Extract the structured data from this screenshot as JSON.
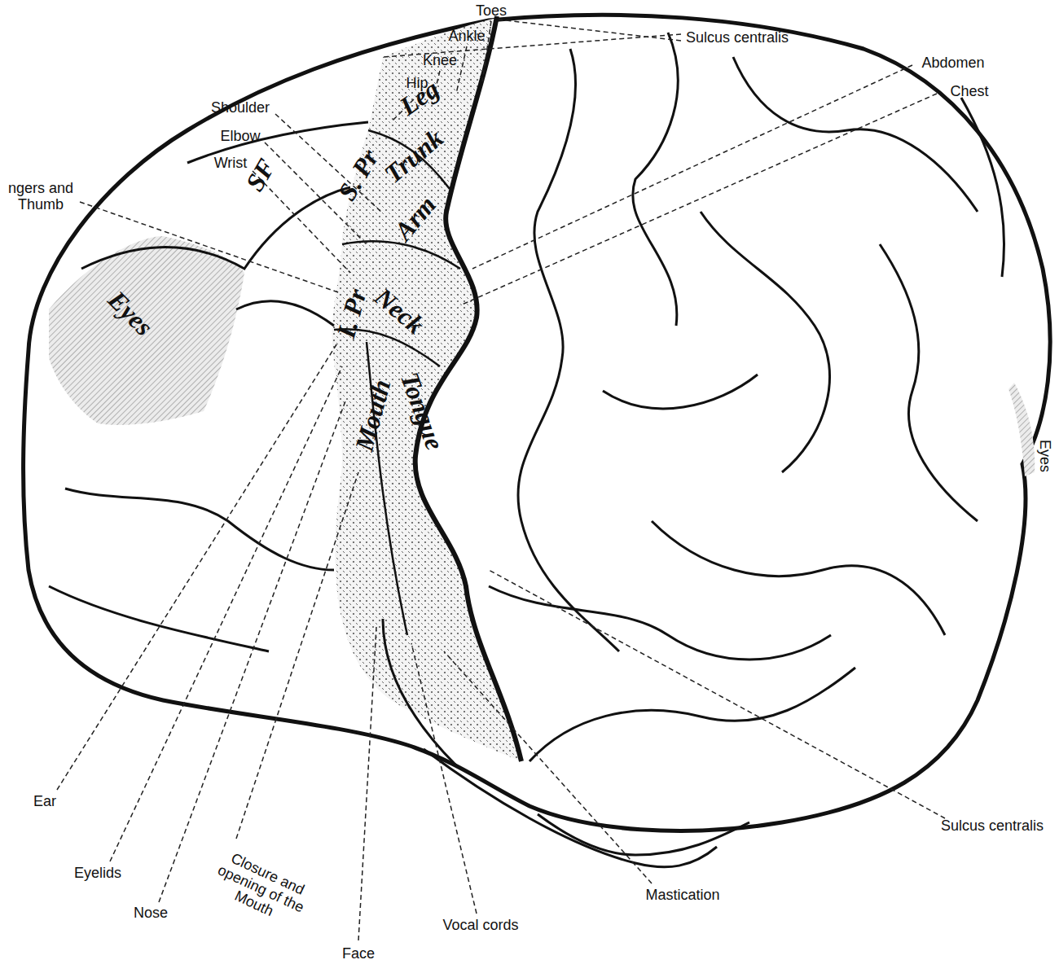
{
  "diagram": {
    "labels": [
      "Toes",
      "Ankle",
      "Knee",
      "Hip",
      "Sulcus centralis",
      "Abdomen",
      "Chest",
      "Shoulder",
      "Elbow",
      "Wrist",
      "ngers and Thumb",
      "Leg",
      "S. Pr",
      "Trunk",
      "SF",
      "Arm",
      "Eyes",
      "I. Pr",
      "Neck",
      "Mouth",
      "Tongue",
      "Eyes",
      "Ear",
      "Eyelids",
      "Nose",
      "Closure and opening of the Mouth",
      "Face",
      "Vocal cords",
      "Mastication",
      "Sulcus centralis"
    ]
  }
}
